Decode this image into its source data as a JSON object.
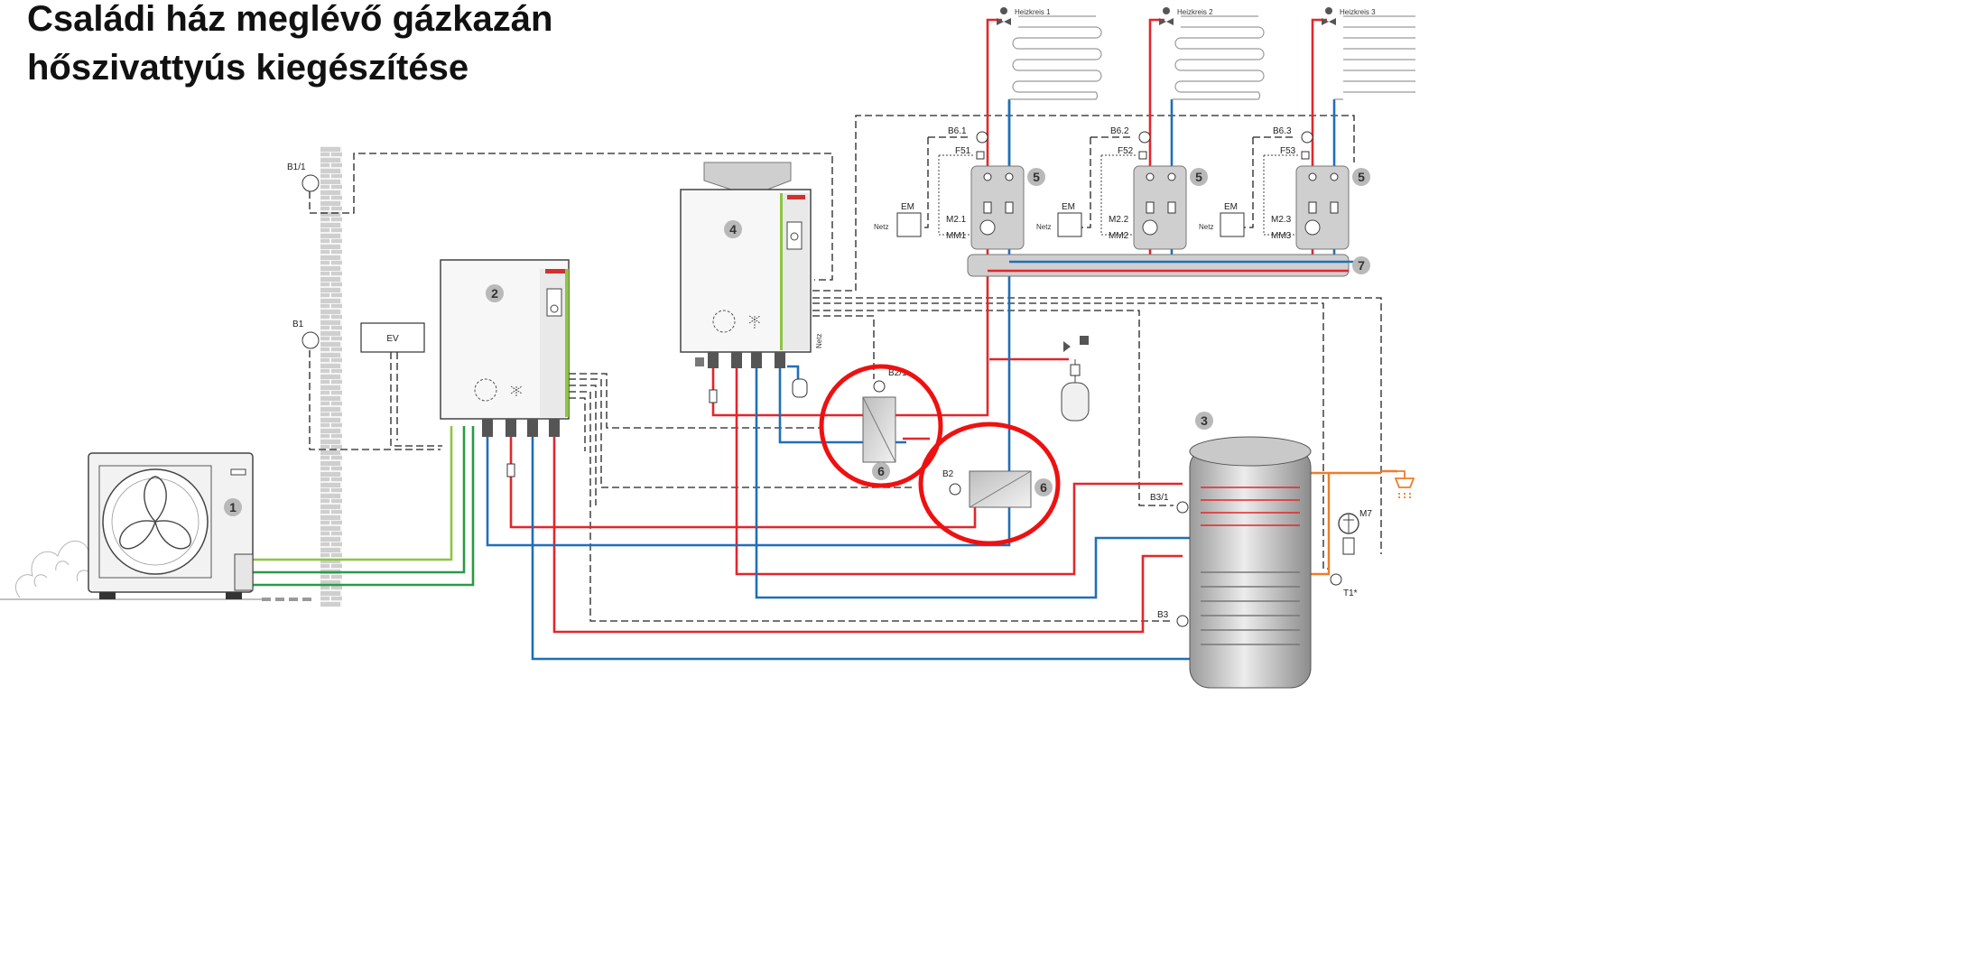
{
  "title": {
    "line1": "Családi ház meglévő gázkazán",
    "line2": "hőszivattyús kiegészítése"
  },
  "components": {
    "outdoor_unit": "1",
    "indoor_controller": "2",
    "storage_tank": "3",
    "gas_boiler": "4",
    "pump_group": "5",
    "heat_exchanger": "6",
    "distributor": "7"
  },
  "labels": {
    "ev": "EV",
    "b1": "B1",
    "b1_1": "B1/1",
    "b2": "B2",
    "b2_1": "B2/1",
    "b3": "B3",
    "b3_1": "B3/1",
    "m7": "M7",
    "t1": "T1*",
    "netz": "Netz",
    "circuits": [
      {
        "name": "Heizkreis 1",
        "sensor": "B6.1",
        "fuse": "F51",
        "em": "EM",
        "mixer": "M2.1",
        "mm": "MM1",
        "netz": "Netz",
        "group": "5"
      },
      {
        "name": "Heizkreis 2",
        "sensor": "B6.2",
        "fuse": "F52",
        "em": "EM",
        "mixer": "M2.2",
        "mm": "MM2",
        "netz": "Netz",
        "group": "5"
      },
      {
        "name": "Heizkreis 3",
        "sensor": "B6.3",
        "fuse": "F53",
        "em": "EM",
        "mixer": "M2.3",
        "mm": "MM3",
        "netz": "Netz",
        "group": "5"
      }
    ]
  },
  "colors": {
    "supply": "#e3262b",
    "return": "#1f6fb8",
    "hot_water": "#ee7d2a",
    "hp_supply": "#8cc63f",
    "hp_return": "#2b9a46",
    "highlight": "#ee1111"
  }
}
